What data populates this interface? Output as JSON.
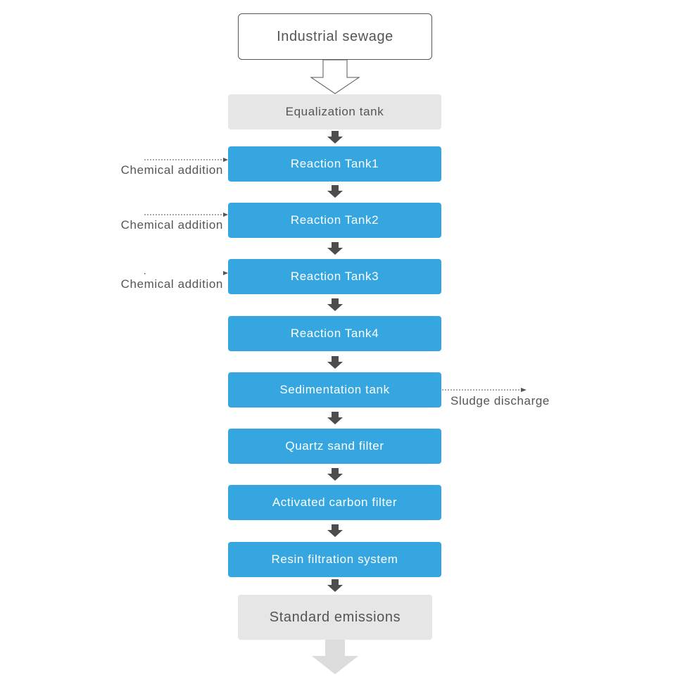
{
  "input": "Industrial sewage",
  "steps": {
    "equalization": "Equalization tank",
    "reaction1": "Reaction Tank1",
    "reaction2": "Reaction Tank2",
    "reaction3": "Reaction Tank3",
    "reaction4": "Reaction Tank4",
    "sedimentation": "Sedimentation tank",
    "quartz": "Quartz sand filter",
    "carbon": "Activated carbon filter",
    "resin": "Resin filtration system"
  },
  "output": "Standard emissions",
  "side_inputs": [
    "Chemical addition",
    "Chemical addition",
    "Chemical addition"
  ],
  "side_output": "Sludge discharge",
  "colors": {
    "process": "#35a6e0",
    "neutral": "#e6e6e6",
    "arrow": "#4d4d4d",
    "text": "#555555"
  }
}
